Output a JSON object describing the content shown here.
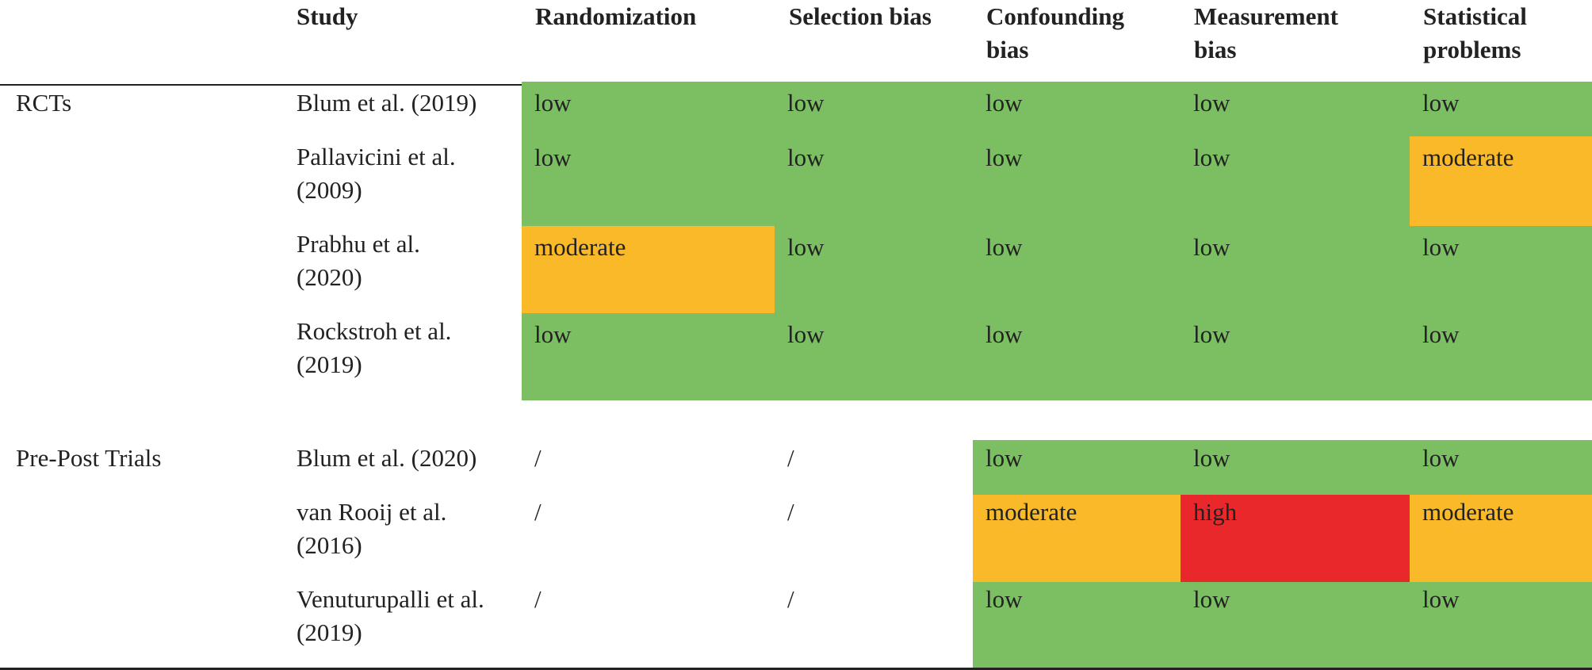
{
  "headers": [
    {
      "label": "Study"
    },
    {
      "label": "Randomization"
    },
    {
      "label": "Selection bias"
    },
    {
      "label": "Confounding bias"
    },
    {
      "label": "Measurement bias"
    },
    {
      "label": "Statistical problems"
    }
  ],
  "groups": [
    {
      "label": "RCTs",
      "rows": [
        {
          "study": "Blum et al. (2019)",
          "values": [
            "low",
            "low",
            "low",
            "low",
            "low"
          ]
        },
        {
          "study": "Pallavicini et al. (2009)",
          "values": [
            "low",
            "low",
            "low",
            "low",
            "moderate"
          ]
        },
        {
          "study": "Prabhu et al. (2020)",
          "values": [
            "moderate",
            "low",
            "low",
            "low",
            "low"
          ]
        },
        {
          "study": "Rockstroh et al. (2019)",
          "values": [
            "low",
            "low",
            "low",
            "low",
            "low"
          ]
        }
      ]
    },
    {
      "label": "Pre-Post Trials",
      "rows": [
        {
          "study": "Blum et al. (2020)",
          "values": [
            "/",
            "/",
            "low",
            "low",
            "low"
          ]
        },
        {
          "study": "van Rooij et al. (2016)",
          "values": [
            "/",
            "/",
            "moderate",
            "high",
            "moderate"
          ]
        },
        {
          "study": "Venuturupalli et al. (2019)",
          "values": [
            "/",
            "/",
            "low",
            "low",
            "low"
          ]
        }
      ]
    }
  ],
  "colors": {
    "low": "#7bbf62",
    "moderate": "#f9b928",
    "high": "#e8282b"
  }
}
